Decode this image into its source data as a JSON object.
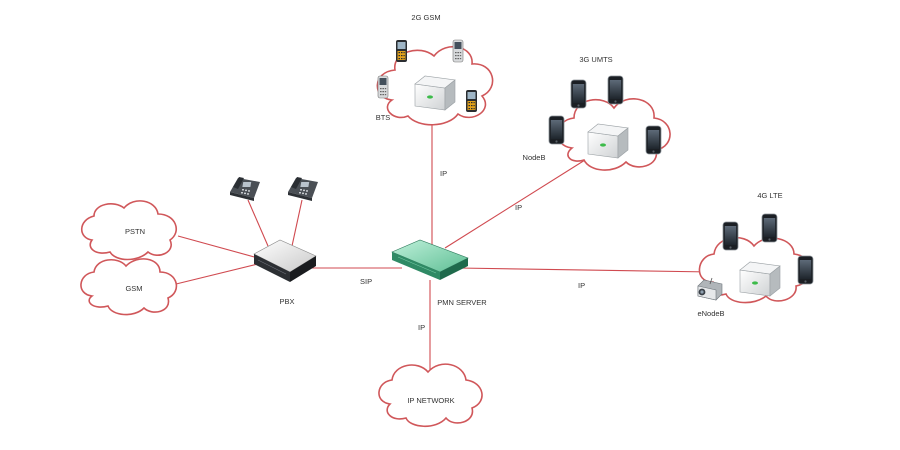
{
  "colors": {
    "link": "#d04a50",
    "cloud_outline": "#d0575a",
    "server_green": "#3f9a78",
    "label_text": "#333333"
  },
  "networks": {
    "gsm2g": {
      "title": "2G GSM",
      "station": "BTS",
      "icon": "bts-icon",
      "handset_icon": "feature-phone-icon"
    },
    "umts3g": {
      "title": "3G UMTS",
      "station": "NodeB",
      "icon": "nodeb-icon",
      "handset_icon": "smartphone-icon"
    },
    "lte4g": {
      "title": "4G LTE",
      "station": "eNodeB",
      "icon": "enodeb-icon",
      "handset_icon": "smartphone-icon"
    },
    "pstn": {
      "label": "PSTN"
    },
    "gsm": {
      "label": "GSM"
    },
    "ipnet": {
      "label": "IP NETWORK"
    }
  },
  "nodes": {
    "server": {
      "label": "PMN SERVER",
      "icon": "server-icon"
    },
    "pbx": {
      "label": "PBX",
      "icon": "pbx-icon",
      "phone_icon": "desk-phone-icon"
    }
  },
  "links": {
    "to_gsm": "IP",
    "to_umts": "IP",
    "to_lte": "IP",
    "to_ipnet": "IP",
    "to_pbx": "SIP"
  }
}
